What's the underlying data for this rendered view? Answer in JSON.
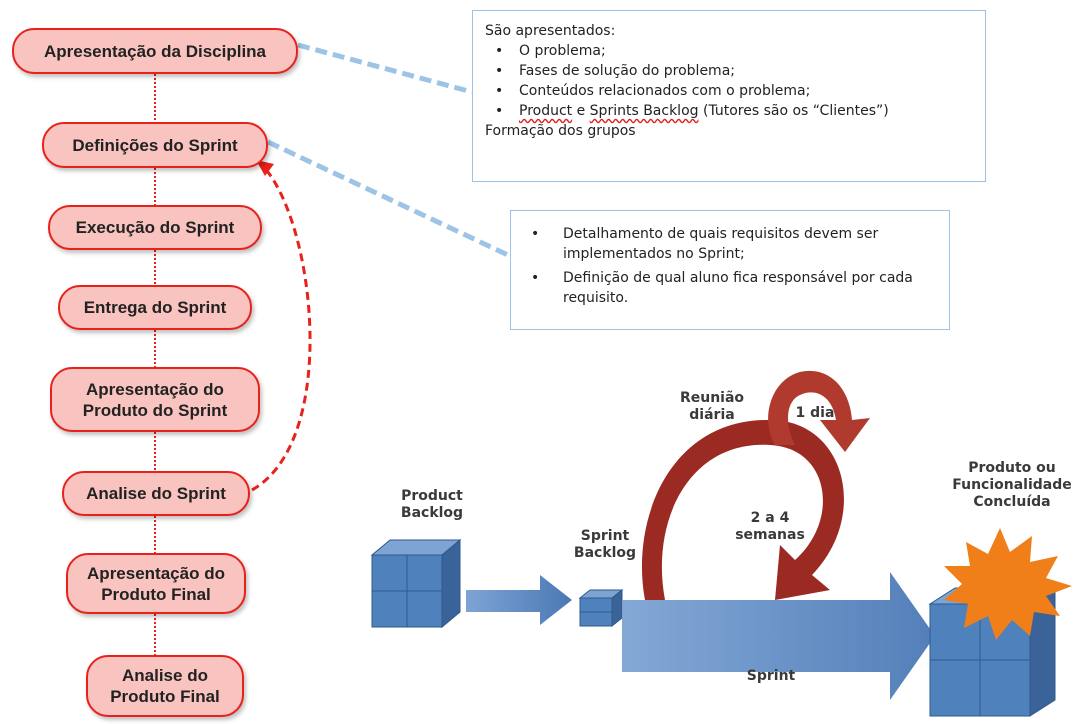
{
  "flow": {
    "steps": [
      "Apresentação da Disciplina",
      "Definições do Sprint",
      "Execução do Sprint",
      "Entrega do Sprint",
      "Apresentação do\nProduto do Sprint",
      "Analise do Sprint",
      "Apresentação do\nProduto Final",
      "Analise do\nProduto Final"
    ]
  },
  "callout_top": {
    "heading": "São apresentados:",
    "items": [
      "O problema;",
      "Fases de solução do problema;",
      "Conteúdos relacionados com o problema;"
    ],
    "last_item_word1": "Product",
    "last_item_mid": " e ",
    "last_item_word2": "Sprints Backlog",
    "last_item_rest": " (Tutores são os “Clientes”)",
    "footer": "Formação dos grupos"
  },
  "callout_bottom": {
    "items": [
      "Detalhamento de quais requisitos devem ser implementados no Sprint;",
      "Definição de qual aluno fica responsável por cada requisito."
    ]
  },
  "scrum": {
    "product_backlog": "Product\nBacklog",
    "sprint_backlog": "Sprint\nBacklog",
    "daily_meeting": "Reunião\ndiária",
    "one_day": "1 dia",
    "weeks": "2 a 4\nsemanas",
    "sprint": "Sprint",
    "result": "Produto ou\nFuncionalidade\nConcluída"
  },
  "colors": {
    "node_fill": "#f9c4c0",
    "node_border": "#e8211b",
    "cube": "#4f81bd",
    "arrow_blue": "#4f81bd",
    "cycle_arrow": "#9b2a22",
    "burst": "#f07f1a",
    "callout_border": "#9dc3e6"
  }
}
